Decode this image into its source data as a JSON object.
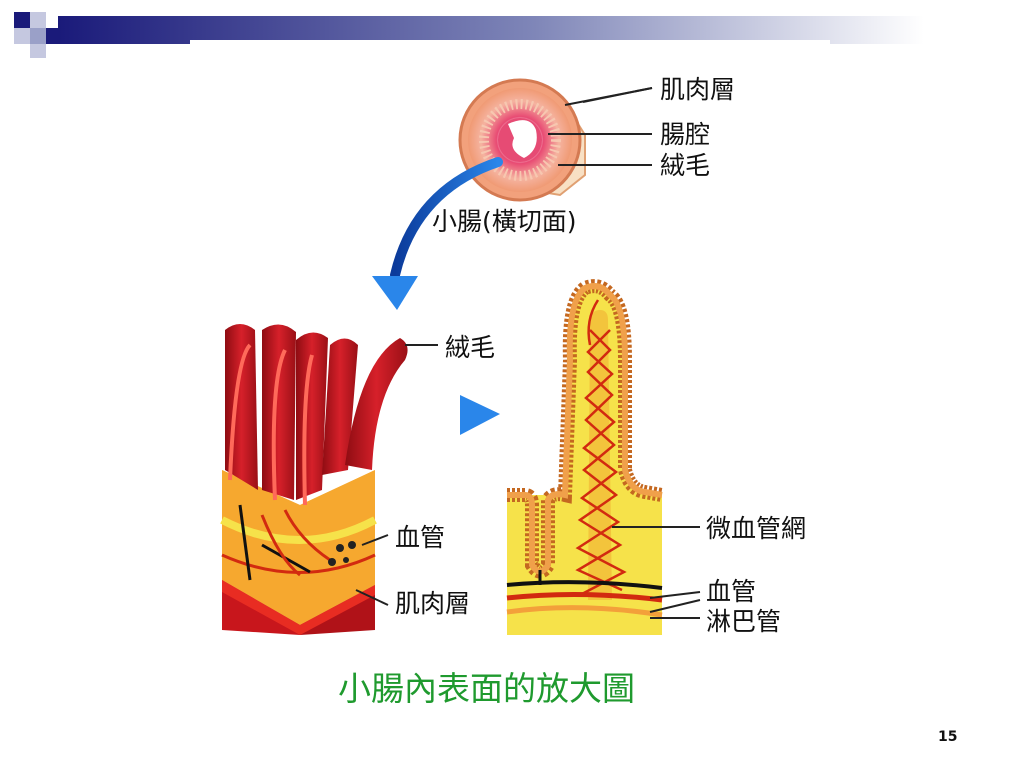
{
  "labels": {
    "cross_muscle": "肌肉層",
    "cross_lumen": "腸腔",
    "cross_villi": "絨毛",
    "cross_caption": "小腸(橫切面)",
    "villi_label": "絨毛",
    "left_blood_vessel": "血管",
    "left_muscle": "肌肉層",
    "capillary_network": "微血管網",
    "right_blood_vessel": "血管",
    "lymph_vessel": "淋巴管"
  },
  "caption": "小腸內表面的放大圖",
  "page_number": "15",
  "colors": {
    "header_navy": "#1a1a7a",
    "caption_green": "#1f9a2e",
    "arrow_blue": "#1f7fe0",
    "villus_red": "#c0151c",
    "submucosa_yellow": "#f6e24a",
    "capillary_red": "#d22a10"
  }
}
